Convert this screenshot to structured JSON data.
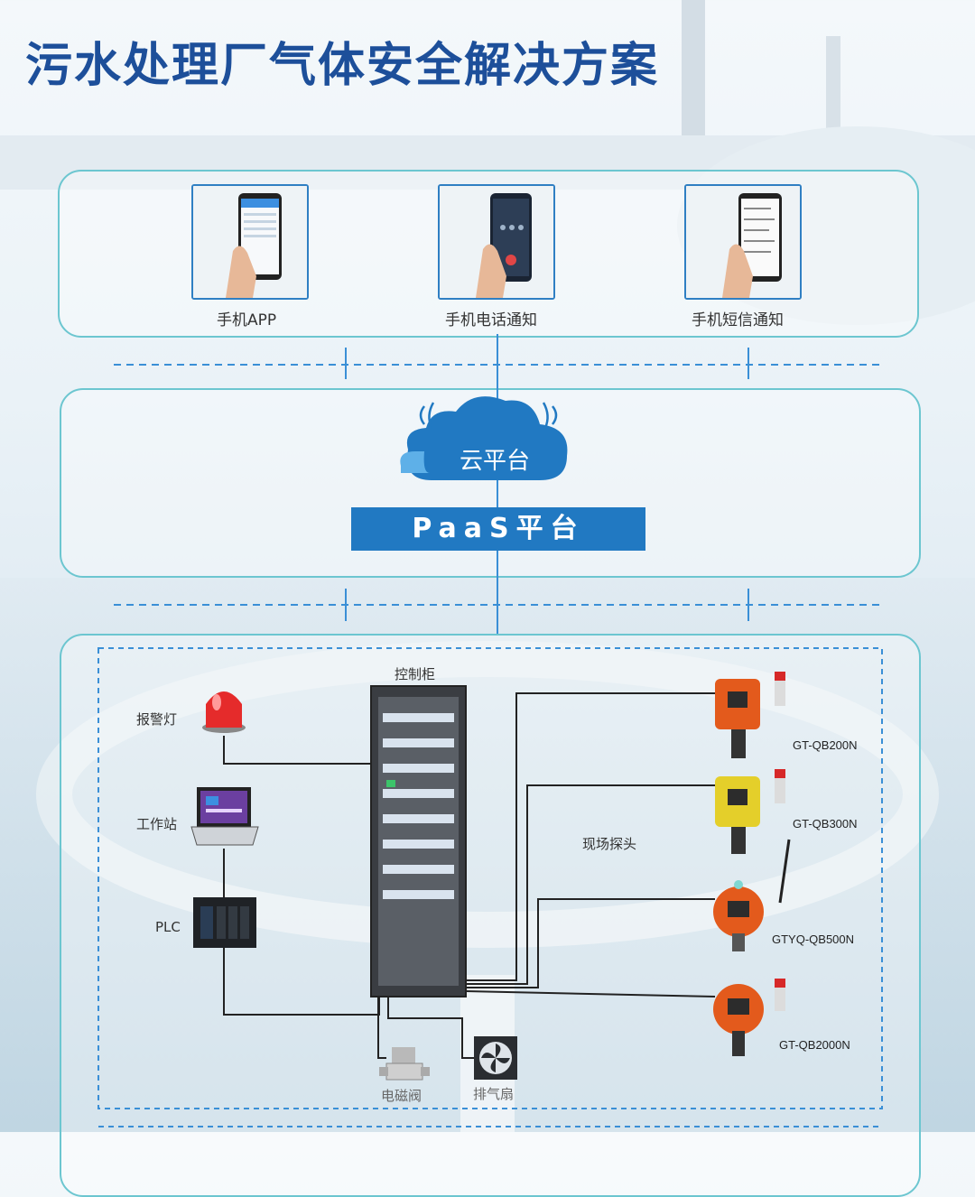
{
  "title": "污水处理厂气体安全解决方案",
  "top": {
    "items": [
      {
        "label": "手机APP"
      },
      {
        "label": "手机电话通知"
      },
      {
        "label": "手机短信通知"
      }
    ]
  },
  "middle": {
    "cloud_label": "云平台",
    "paas_label": "PaaS平台"
  },
  "bottom": {
    "cabinet_label": "控制柜",
    "left_devices": [
      {
        "label": "报警灯"
      },
      {
        "label": "工作站"
      },
      {
        "label": "PLC"
      }
    ],
    "bottom_devices": [
      {
        "label": "电磁阀"
      },
      {
        "label": "排气扇"
      }
    ],
    "field_label": "现场探头",
    "detectors": [
      {
        "model": "GT-QB200N"
      },
      {
        "model": "GT-QB300N"
      },
      {
        "model": "GTYQ-QB500N"
      },
      {
        "model": "GT-QB2000N"
      }
    ]
  },
  "colors": {
    "title": "#1d4f9a",
    "panel_border": "#6cc6d0",
    "blue": "#2179c2",
    "dashed": "#3a8fd6"
  }
}
